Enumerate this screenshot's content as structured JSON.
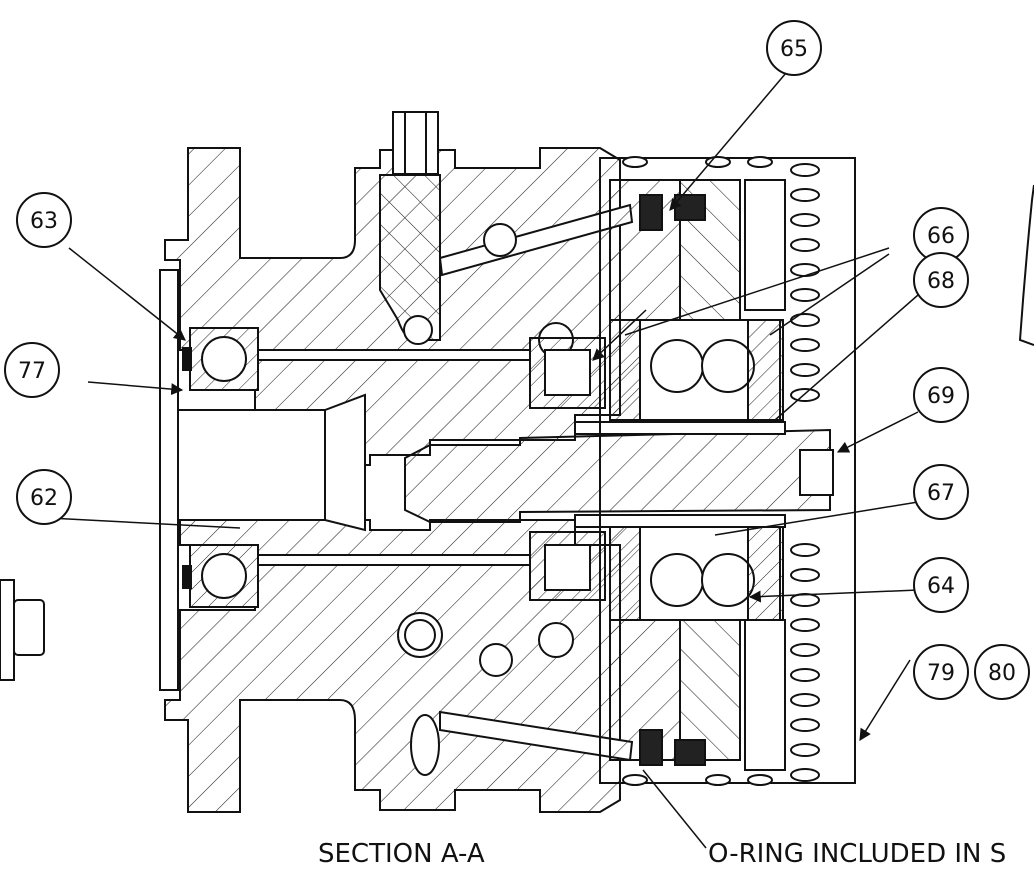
{
  "drawing": {
    "section_title": "SECTION A-A",
    "note": "O-RING INCLUDED IN S",
    "balloons": {
      "b65": "65",
      "b63": "63",
      "b66": "66",
      "b68": "68",
      "b77": "77",
      "b69": "69",
      "b62": "62",
      "b67": "67",
      "b64": "64",
      "b79": "79",
      "b80": "80"
    }
  }
}
